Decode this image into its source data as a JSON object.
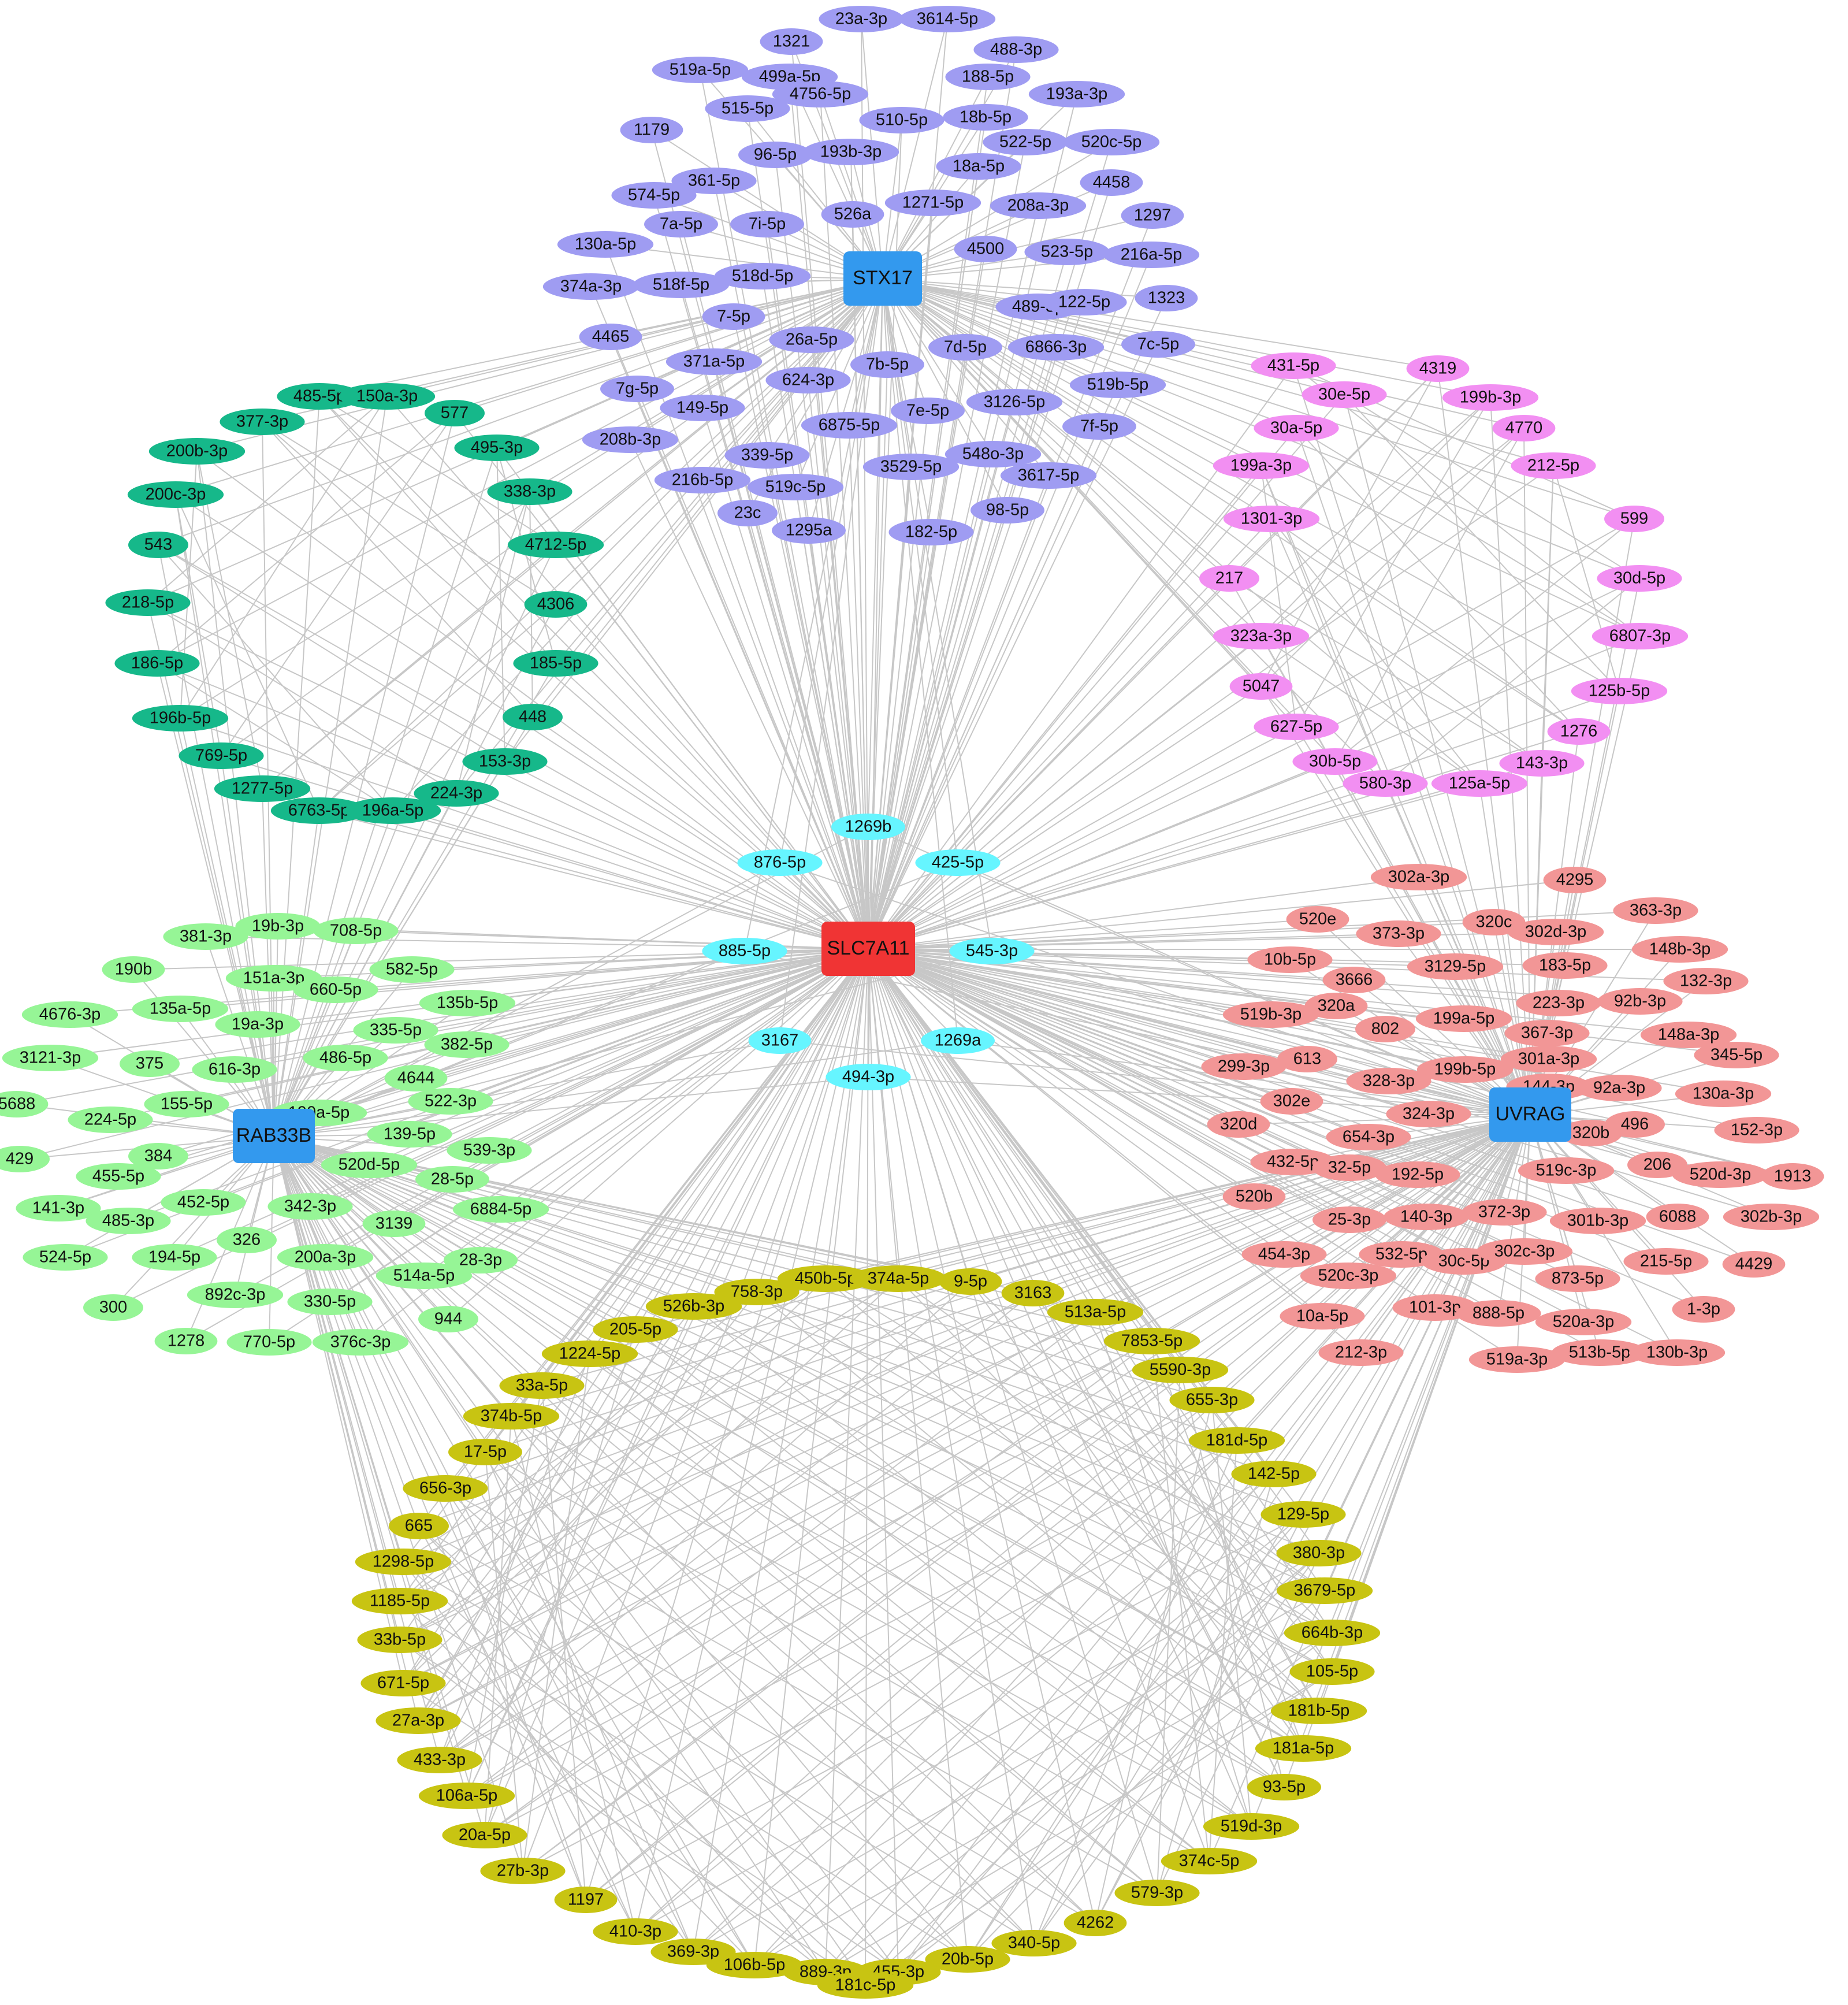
{
  "diagram": {
    "colors": {
      "edge": "#c7c7c7",
      "hub_center": "#f03434",
      "hub_gene": "#3399ee",
      "group_stx17": "#9f9cf2",
      "group_rab33b_outer": "#16b88a",
      "group_rab33b_inner": "#96f596",
      "group_uvrag_top": "#f28ff2",
      "group_uvrag": "#f29696",
      "group_shared": "#c8c412",
      "group_center": "#66f5ff"
    },
    "hubs": [
      {
        "id": "SLC7A11",
        "label": "SLC7A11",
        "role": "center"
      },
      {
        "id": "STX17",
        "label": "STX17",
        "role": "gene"
      },
      {
        "id": "RAB33B",
        "label": "RAB33B",
        "role": "gene"
      },
      {
        "id": "UVRAG",
        "label": "UVRAG",
        "role": "gene"
      }
    ],
    "groups": [
      {
        "id": "center",
        "targets": [
          "SLC7A11",
          "STX17",
          "RAB33B",
          "UVRAG"
        ],
        "labels": [
          "1269b",
          "876-5p",
          "425-5p",
          "885-5p",
          "545-3p",
          "3167",
          "1269a",
          "494-3p"
        ]
      },
      {
        "id": "stx17",
        "targets": [
          "STX17",
          "SLC7A11"
        ],
        "labels": [
          "23a-3p",
          "3614-5p",
          "1321",
          "488-3p",
          "519a-5p",
          "499a-5p",
          "188-5p",
          "193a-3p",
          "515-5p",
          "4756-5p",
          "510-5p",
          "18b-5p",
          "1179",
          "522-5p",
          "520c-5p",
          "96-5p",
          "193b-3p",
          "18a-5p",
          "361-5p",
          "4458",
          "574-5p",
          "1271-5p",
          "208a-3p",
          "526a",
          "7a-5p",
          "7i-5p",
          "1297",
          "4500",
          "523-5p",
          "216a-5p",
          "130a-5p",
          "518f-5p",
          "518d-5p",
          "374a-3p",
          "489-3p",
          "122-5p",
          "1323",
          "7-5p",
          "4465",
          "26a-5p",
          "7d-5p",
          "6866-3p",
          "7c-5p",
          "371a-5p",
          "7b-5p",
          "624-3p",
          "519b-5p",
          "7g-5p",
          "149-5p",
          "7e-5p",
          "3126-5p",
          "7f-5p",
          "6875-5p",
          "208b-3p",
          "548o-3p",
          "339-5p",
          "216b-5p",
          "3617-5p",
          "3529-5p",
          "519c-5p",
          "98-5p",
          "23c",
          "1295a",
          "182-5p"
        ]
      },
      {
        "id": "rab33b_outer",
        "targets": [
          "RAB33B",
          "SLC7A11",
          "STX17"
        ],
        "labels": [
          "485-5p",
          "150a-3p",
          "377-3p",
          "577",
          "495-3p",
          "200b-3p",
          "338-3p",
          "200c-3p",
          "543",
          "4712-5p",
          "218-5p",
          "4306",
          "186-5p",
          "185-5p",
          "196b-5p",
          "448",
          "769-5p",
          "153-3p",
          "1277-5p",
          "224-3p",
          "6763-5p",
          "196a-5p"
        ]
      },
      {
        "id": "rab33b_inner",
        "targets": [
          "RAB33B",
          "SLC7A11"
        ],
        "labels": [
          "381-3p",
          "19b-3p",
          "708-5p",
          "190b",
          "151a-3p",
          "582-5p",
          "4676-3p",
          "135a-5p",
          "660-5p",
          "135b-5p",
          "19a-3p",
          "335-5p",
          "3121-3p",
          "375",
          "616-3p",
          "486-5p",
          "382-5p",
          "4644",
          "5688",
          "155-5p",
          "190a-5p",
          "522-3p",
          "224-5p",
          "139-5p",
          "429",
          "455-5p",
          "384",
          "520d-5p",
          "539-3p",
          "28-5p",
          "141-3p",
          "452-5p",
          "342-3p",
          "6884-5p",
          "485-3p",
          "326",
          "3139",
          "524-5p",
          "194-5p",
          "200a-3p",
          "28-3p",
          "892c-3p",
          "514a-5p",
          "300",
          "330-5p",
          "944",
          "1278",
          "770-5p",
          "376c-3p"
        ]
      },
      {
        "id": "uvrag_top",
        "targets": [
          "UVRAG",
          "SLC7A11",
          "STX17"
        ],
        "labels": [
          "431-5p",
          "4319",
          "30e-5p",
          "199b-3p",
          "30a-5p",
          "4770",
          "212-5p",
          "199a-3p",
          "1301-3p",
          "599",
          "217",
          "30d-5p",
          "323a-3p",
          "6807-3p",
          "5047",
          "125b-5p",
          "627-5p",
          "1276",
          "30b-5p",
          "143-3p",
          "580-3p",
          "125a-5p"
        ]
      },
      {
        "id": "uvrag",
        "targets": [
          "UVRAG",
          "SLC7A11"
        ],
        "labels": [
          "302a-3p",
          "4295",
          "520e",
          "373-3p",
          "320c",
          "302d-3p",
          "363-3p",
          "10b-5p",
          "3666",
          "3129-5p",
          "183-5p",
          "148b-3p",
          "132-3p",
          "519b-3p",
          "320a",
          "223-3p",
          "92b-3p",
          "802",
          "199a-5p",
          "367-3p",
          "148a-3p",
          "613",
          "301a-3p",
          "345-5p",
          "299-3p",
          "199b-5p",
          "328-3p",
          "144-3p",
          "92a-3p",
          "130a-3p",
          "302e",
          "324-3p",
          "320d",
          "654-3p",
          "496",
          "152-3p",
          "320b",
          "432-5p",
          "32-5p",
          "192-5p",
          "519c-3p",
          "206",
          "520d-3p",
          "1913",
          "520b",
          "372-3p",
          "25-3p",
          "140-3p",
          "301b-3p",
          "6088",
          "302b-3p",
          "454-3p",
          "532-5p",
          "30c-5p",
          "302c-3p",
          "215-5p",
          "4429",
          "520c-3p",
          "873-5p",
          "10a-5p",
          "101-3p",
          "888-5p",
          "520a-3p",
          "1-3p",
          "212-3p",
          "519a-3p",
          "513b-5p",
          "130b-3p"
        ]
      },
      {
        "id": "shared",
        "targets": [
          "SLC7A11",
          "RAB33B",
          "UVRAG"
        ],
        "labels": [
          "450b-5p",
          "374a-5p",
          "758-3p",
          "9-5p",
          "3163",
          "526b-3p",
          "513a-5p",
          "205-5p",
          "7853-5p",
          "1224-5p",
          "5590-3p",
          "33a-5p",
          "655-3p",
          "374b-5p",
          "181d-5p",
          "17-5p",
          "142-5p",
          "656-3p",
          "129-5p",
          "665",
          "380-3p",
          "1298-5p",
          "3679-5p",
          "1185-5p",
          "664b-3p",
          "33b-5p",
          "105-5p",
          "671-5p",
          "181b-5p",
          "27a-3p",
          "181a-5p",
          "433-3p",
          "93-5p",
          "106a-5p",
          "519d-3p",
          "20a-5p",
          "374c-5p",
          "27b-3p",
          "579-3p",
          "1197",
          "4262",
          "410-3p",
          "340-5p",
          "369-3p",
          "20b-5p",
          "106b-5p",
          "455-3p",
          "889-3p",
          "181c-5p"
        ]
      }
    ]
  }
}
